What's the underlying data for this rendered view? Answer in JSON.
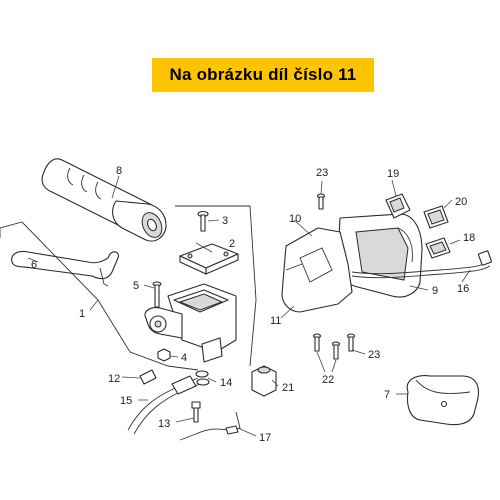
{
  "banner": {
    "text": "Na obrázku díl číslo 11",
    "color": "#ffc400"
  },
  "callouts": {
    "c1": "1",
    "c2": "2",
    "c3": "3",
    "c4": "4",
    "c5": "5",
    "c6": "6",
    "c7": "7",
    "c8": "8",
    "c9": "9",
    "c10": "10",
    "c11": "11",
    "c12": "12",
    "c13": "13",
    "c14": "14",
    "c15": "15",
    "c16": "16",
    "c17": "17",
    "c18": "18",
    "c19": "19",
    "c20": "20",
    "c21": "21",
    "c22": "22",
    "c23a": "23",
    "c23b": "23"
  }
}
